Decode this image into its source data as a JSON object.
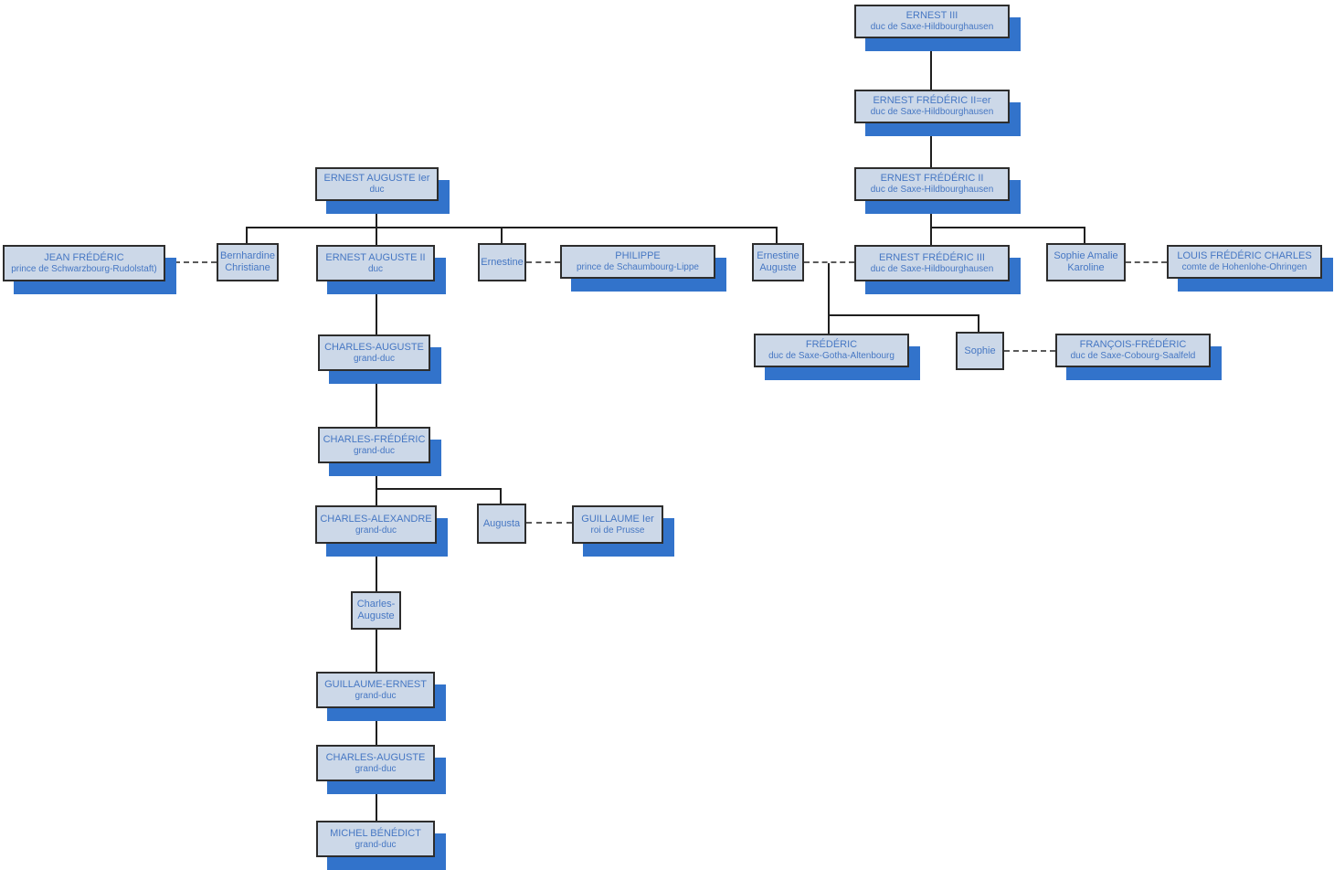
{
  "diagram_type": "family-tree",
  "colors": {
    "background": "#ffffff",
    "box_fill": "#ccd8e8",
    "box_border": "#2d2d2d",
    "box_shadow": "#3273cb",
    "text": "#4677c3",
    "solid_line": "#1f1f1f",
    "dashed_line": "#5a5a5a"
  },
  "nodes": {
    "ernest_iii": {
      "line1": "ERNEST III",
      "line2": "duc  de Saxe-Hildbourghausen"
    },
    "ernest_frederic_1er": {
      "line1": "ERNEST FRÉDÉRIC II=er",
      "line2": "duc de Saxe-Hildbourghausen"
    },
    "ernest_frederic_ii": {
      "line1": "ERNEST FRÉDÉRIC II",
      "line2": "duc de Saxe-Hildbourghausen"
    },
    "ernest_frederic_iii": {
      "line1": "ERNEST FRÉDÉRIC III",
      "line2": "duc de Saxe-Hildbourghausen"
    },
    "sophie_amalie": {
      "line1": "Sophie Amalie",
      "line2": "Karoline"
    },
    "louis_frederic_charles": {
      "line1": "LOUIS FRÉDÉRIC CHARLES",
      "line2": "comte de Hohenlohe-Ohringen"
    },
    "frederic": {
      "line1": "FRÉDÉRIC",
      "line2": "duc de Saxe-Gotha-Altenbourg"
    },
    "sophie": {
      "line1": "Sophie"
    },
    "francois_frederic": {
      "line1": "FRANÇOIS-FRÉDÉRIC",
      "line2": "duc de Saxe-Cobourg-Saalfeld"
    },
    "ernest_auguste_1er": {
      "line1": "ERNEST AUGUSTE Ier",
      "line2": "duc"
    },
    "jean_frederic": {
      "line1": "JEAN FRÉDÉRIC",
      "line2": "prince de Schwarzbourg-Rudolstaft)"
    },
    "bernhardine": {
      "line1": "Bernhardine",
      "line2": "Christiane"
    },
    "ernest_auguste_ii": {
      "line1": "ERNEST AUGUSTE II",
      "line2": "duc"
    },
    "ernestine": {
      "line1": "Ernestine"
    },
    "philippe": {
      "line1": "PHILIPPE",
      "line2": "prince de Schaumbourg-Lippe"
    },
    "ernestine_auguste": {
      "line1": "Ernestine",
      "line2": "Auguste"
    },
    "charles_auguste_gd": {
      "line1": "CHARLES-AUGUSTE",
      "line2": "grand-duc"
    },
    "charles_frederic": {
      "line1": "CHARLES-FRÉDÉRIC",
      "line2": "grand-duc"
    },
    "charles_alexandre": {
      "line1": "CHARLES-ALEXANDRE",
      "line2": "grand-duc"
    },
    "augusta": {
      "line1": "Augusta"
    },
    "guillaume_1er": {
      "line1": "GUILLAUME Ier",
      "line2": "roi de Prusse"
    },
    "charles_auguste_jr": {
      "line1": "Charles-",
      "line2": "Auguste"
    },
    "guillaume_ernest": {
      "line1": "GUILLAUME-ERNEST",
      "line2": "grand-duc"
    },
    "charles_auguste_gd2": {
      "line1": "CHARLES-AUGUSTE",
      "line2": "grand-duc"
    },
    "michel_benedict": {
      "line1": "MICHEL BÉNÉDICT",
      "line2": "grand-duc"
    }
  },
  "relationships": {
    "parent_child": [
      [
        "ernest_iii",
        "ernest_frederic_1er"
      ],
      [
        "ernest_frederic_1er",
        "ernest_frederic_ii"
      ],
      [
        "ernest_frederic_ii",
        "ernest_frederic_iii"
      ],
      [
        "ernest_frederic_ii",
        "sophie_amalie"
      ],
      [
        "ernest_auguste_1er",
        "bernhardine"
      ],
      [
        "ernest_auguste_1er",
        "ernest_auguste_ii"
      ],
      [
        "ernest_auguste_1er",
        "ernestine"
      ],
      [
        "ernest_auguste_1er",
        "ernestine_auguste"
      ],
      [
        "ernestine_auguste",
        "frederic"
      ],
      [
        "ernestine_auguste",
        "sophie"
      ],
      [
        "ernest_auguste_ii",
        "charles_auguste_gd"
      ],
      [
        "charles_auguste_gd",
        "charles_frederic"
      ],
      [
        "charles_frederic",
        "charles_alexandre"
      ],
      [
        "charles_frederic",
        "augusta"
      ],
      [
        "charles_alexandre",
        "charles_auguste_jr"
      ],
      [
        "charles_auguste_jr",
        "guillaume_ernest"
      ],
      [
        "guillaume_ernest",
        "charles_auguste_gd2"
      ],
      [
        "charles_auguste_gd2",
        "michel_benedict"
      ]
    ],
    "marriages": [
      [
        "jean_frederic",
        "bernhardine"
      ],
      [
        "ernestine",
        "philippe"
      ],
      [
        "ernestine_auguste",
        "ernest_frederic_iii"
      ],
      [
        "sophie_amalie",
        "louis_frederic_charles"
      ],
      [
        "sophie",
        "francois_frederic"
      ],
      [
        "augusta",
        "guillaume_1er"
      ]
    ]
  }
}
